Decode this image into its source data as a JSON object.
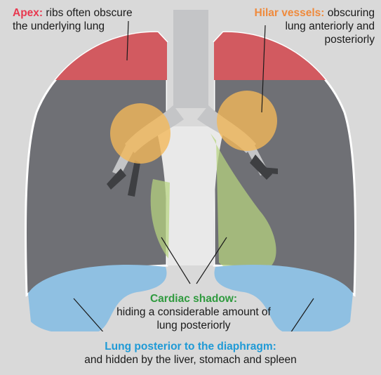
{
  "colors": {
    "apex": "#e8384f",
    "hilar": "#ef8a3c",
    "cardiac": "#2f9a3e",
    "posterior": "#1f9ad6",
    "background": "#d9d9d9",
    "lung": "#6f7075",
    "airway": "#c2c3c5"
  },
  "labels": {
    "apex": {
      "title": "Apex:",
      "text_line1": "ribs often obscure",
      "text_line2": "the underlying lung"
    },
    "hilar": {
      "title": "Hilar vessels:",
      "text_line1": "obscuring",
      "text_line2": "lung anteriorly and",
      "text_line3": "posteriorly"
    },
    "cardiac": {
      "title": "Cardiac shadow:",
      "text_line1": "hiding a considerable amount of",
      "text_line2": "lung posteriorly"
    },
    "posterior": {
      "title": "Lung posterior to the diaphragm:",
      "text_line1": "and hidden by the liver, stomach and spleen"
    }
  }
}
